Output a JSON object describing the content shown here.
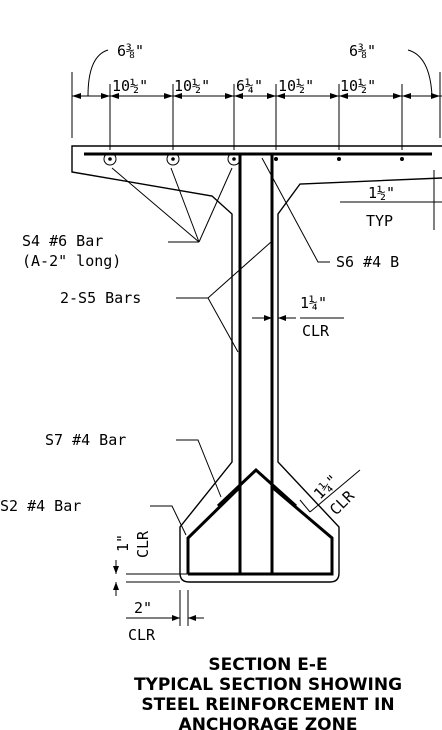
{
  "dimensions": {
    "top_left_outer": "6⅜\"",
    "top_right_outer": "6⅜\"",
    "spacing_1": "10½\"",
    "spacing_2": "10½\"",
    "spacing_3": "6¼\"",
    "spacing_4": "10½\"",
    "spacing_5": "10½\"",
    "flange_cover": "1½\"",
    "flange_cover_note": "TYP",
    "web_cover": "1¼\"",
    "web_cover_note": "CLR",
    "bulb_cover": "1¼\"",
    "bulb_cover_note": "CLR",
    "side_cover": "1\"",
    "side_cover_note": "CLR",
    "bottom_cover": "2\"",
    "bottom_cover_note": "CLR"
  },
  "labels": {
    "s4_line1": "S4 #6 Bar",
    "s4_line2": "(A-2\" long)",
    "s6": "S6 #4 B",
    "s5": "2-S5 Bars",
    "s7": "S7 #4 Bar",
    "s2": "S2 #4 Bar"
  },
  "title": {
    "line1": "SECTION E-E",
    "line2": "TYPICAL SECTION SHOWING",
    "line3": "STEEL REINFORCEMENT IN",
    "line4": "ANCHORAGE ZONE"
  }
}
